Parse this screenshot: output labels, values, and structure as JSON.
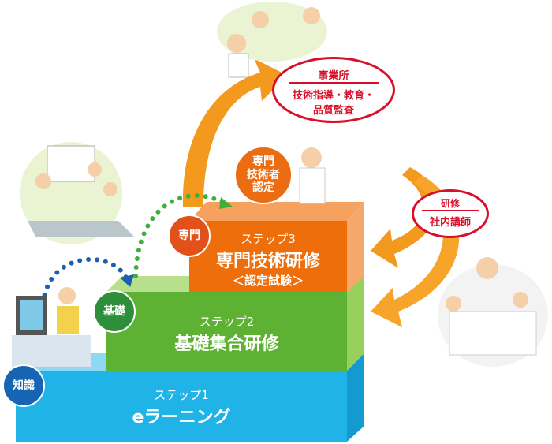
{
  "steps": [
    {
      "step": "ステップ1",
      "title": "eラーニング",
      "badge": "知識",
      "color": "#1fb3e8"
    },
    {
      "step": "ステップ2",
      "title": "基礎集合研修",
      "badge": "基礎",
      "color": "#5db233"
    },
    {
      "step": "ステップ3",
      "title": "専門技術研修",
      "sub": "＜認定試験＞",
      "badge": "専門",
      "color": "#ee6e0b"
    }
  ],
  "certification": "専門\n技術者\n認定",
  "office": {
    "title": "事業所",
    "body": "技術指導・教育・\n品質監査"
  },
  "training": {
    "title": "研修",
    "body": "社内講師"
  }
}
